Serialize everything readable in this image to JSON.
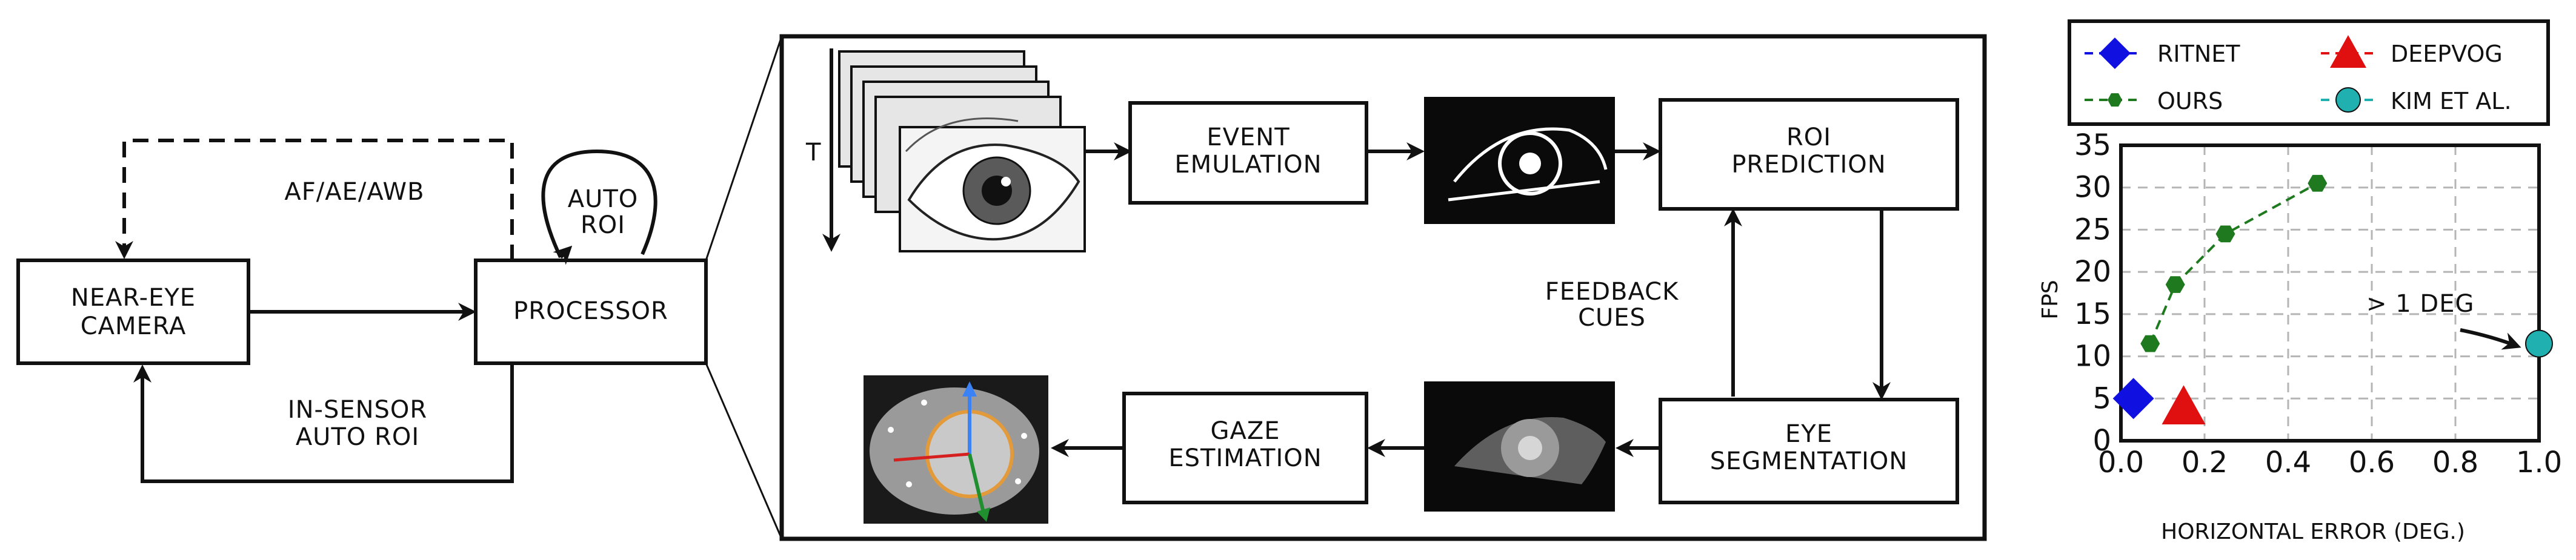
{
  "left": {
    "camera": [
      "NEAR-EYE",
      "CAMERA"
    ],
    "processor": "PROCESSOR",
    "af_label": "AF/AE/AWB",
    "auto_roi": [
      "AUTO",
      "ROI"
    ],
    "in_sensor": [
      "IN-SENSOR",
      "AUTO ROI"
    ]
  },
  "pipeline": {
    "t_label": "T",
    "event_emulation": [
      "EVENT",
      "EMULATION"
    ],
    "roi_prediction": [
      "ROI",
      "PREDICTION"
    ],
    "feedback": [
      "FEEDBACK",
      "CUES"
    ],
    "eye_segmentation": [
      "EYE",
      "SEGMENTATION"
    ],
    "gaze_estimation": [
      "GAZE",
      "ESTIMATION"
    ]
  },
  "colors": {
    "ritnet": "#1010e0",
    "deepvog": "#e01010",
    "ours": "#1f7a1f",
    "kim": "#20b0b0"
  },
  "chart_data": {
    "type": "scatter",
    "xlabel": "HORIZONTAL ERROR (DEG.)",
    "ylabel": "FPS",
    "xlim": [
      0,
      1.0
    ],
    "ylim": [
      0,
      35
    ],
    "x_ticks": [
      "0.0",
      "0.2",
      "0.4",
      "0.6",
      "0.8",
      "1.0"
    ],
    "y_ticks": [
      "0",
      "5",
      "10",
      "15",
      "20",
      "25",
      "30",
      "35"
    ],
    "grid": true,
    "legend_position": "top",
    "annotation": "> 1 DEG",
    "series": [
      {
        "name": "RITNET",
        "marker": "diamond",
        "points": [
          [
            0.03,
            5
          ]
        ]
      },
      {
        "name": "DEEPVOG",
        "marker": "triangle",
        "points": [
          [
            0.15,
            4
          ]
        ]
      },
      {
        "name": "OURS",
        "marker": "hexagon",
        "line": "dashed",
        "points": [
          [
            0.07,
            11.5
          ],
          [
            0.13,
            18.5
          ],
          [
            0.25,
            24.5
          ],
          [
            0.47,
            30.5
          ]
        ]
      },
      {
        "name": "KIM ET AL.",
        "marker": "circle",
        "points": [
          [
            1.0,
            11.5
          ]
        ]
      }
    ]
  }
}
